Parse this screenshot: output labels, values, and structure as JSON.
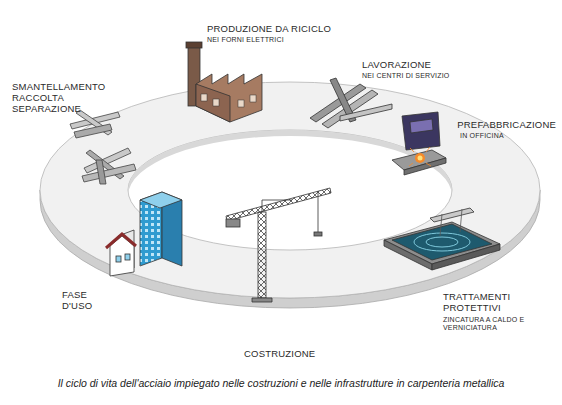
{
  "diagram": {
    "caption": "Il ciclo di vita dell'acciaio impiegato nelle costruzioni e nelle infrastrutture in carpenteria metallica",
    "labels": [
      "PRODUZIONE DA RICICLO",
      "NEI FORNI ELETTRICI",
      "LAVORAZIONE",
      "NEI CENTRI DI SERVIZIO",
      "PREFABBRICAZIONE",
      "IN OFFICINA",
      "TRATTAMENTI PROTETTIVI",
      "ZINCATURA A CALDO E VERNICIATURA",
      "COSTRUZIONE",
      "FASE D'USO",
      "SMANTELLAMENTO RACCOLTA SEPARAZIONE"
    ]
  }
}
